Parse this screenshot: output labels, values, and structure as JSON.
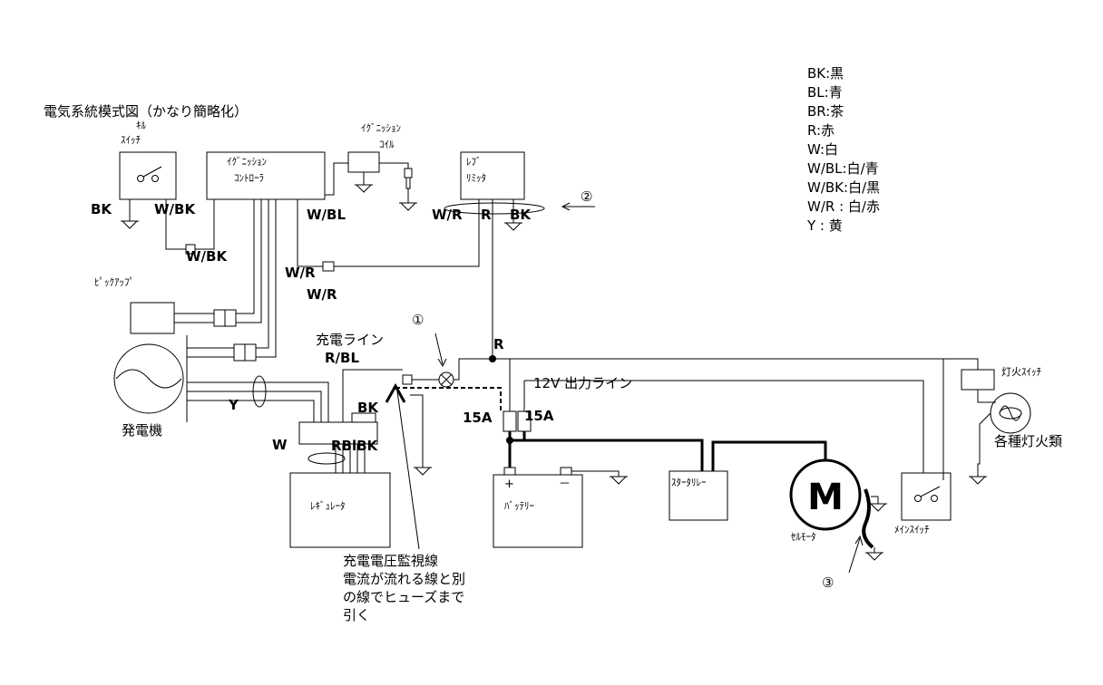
{
  "title": "電気系統模式図（かなり簡略化）",
  "components": {
    "kill_switch_top": "ｷﾙ",
    "kill_switch_bottom": "ｽｲｯﾁ",
    "ignition_controller_top": "ｲｸﾞﾆｯｼｮﾝ",
    "ignition_controller_bottom": "ｺﾝﾄﾛｰﾗ",
    "ignition_coil_top": "ｲｸﾞﾆｯｼｮﾝ",
    "ignition_coil_bottom": "ｺｲﾙ",
    "rev_limiter_top": "ﾚﾌﾞ",
    "rev_limiter_bottom": "ﾘﾐｯﾀ",
    "pickup": "ﾋﾟｯｸｱｯﾌﾟ",
    "generator": "発電機",
    "regulator": "ﾚｷﾞｭﾚｰﾀ",
    "battery": "ﾊﾞｯﾃﾘｰ",
    "starter_relay": "ｽﾀｰﾀﾘﾚｰ",
    "starter_motor": "ｾﾙﾓｰﾀ",
    "starter_motor_symbol": "M",
    "main_switch": "ﾒｲﾝｽｲｯﾁ",
    "light_switch": "灯火ｽｲｯﾁ",
    "lights": "各種灯火類"
  },
  "wire_labels": {
    "bk_kill": "BK",
    "wbk_kill": "W/BK",
    "wbk_lower": "W/BK",
    "wbl": "W/BL",
    "wr_limiter": "W/R",
    "r_limiter": "R",
    "bk_limiter": "BK",
    "wr_mid1": "W/R",
    "wr_mid2": "W/R",
    "charge_line": "充電ライン",
    "rbl": "R/BL",
    "r_main": "R",
    "bk_reg": "BK",
    "rbl_bk_reg": "RBlBK",
    "y": "Y",
    "w": "W",
    "output_line": "12V 出力ライン",
    "fuse1": "15A",
    "fuse2": "15A",
    "battery_plus": "+",
    "battery_minus": "－"
  },
  "markers": {
    "m1": "①",
    "m2": "②",
    "m3": "③"
  },
  "note": {
    "line1": "充電電圧監視線",
    "line2": "電流が流れる線と別",
    "line3": "の線でヒューズまで",
    "line4": "引く"
  },
  "legend": [
    "BK:黒",
    "BL:青",
    "BR:茶",
    "R:赤",
    "W:白",
    "W/BL:白/青",
    "W/BK:白/黒",
    "W/R : 白/赤",
    "Y : 黄"
  ]
}
